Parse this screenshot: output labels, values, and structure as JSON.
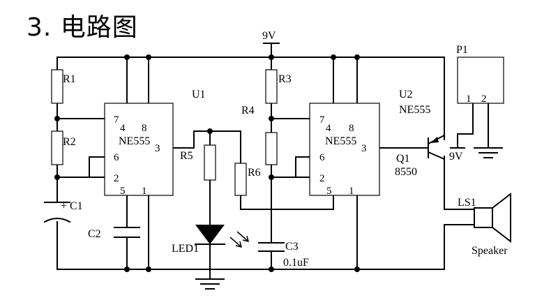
{
  "heading": "3. 电路图",
  "supply": "9V",
  "resistors": [
    {
      "ref": "R1"
    },
    {
      "ref": "R2"
    },
    {
      "ref": "R3"
    },
    {
      "ref": "R4"
    },
    {
      "ref": "R5"
    },
    {
      "ref": "R6"
    }
  ],
  "capacitors": [
    {
      "ref": "C1",
      "polarity": "+"
    },
    {
      "ref": "C2"
    },
    {
      "ref": "C3",
      "value": "0.1uF"
    }
  ],
  "ics": [
    {
      "ref": "U1",
      "part": "NE555",
      "pins": {
        "p7": "7",
        "p4": "4",
        "p8": "8",
        "p6": "6",
        "p3": "3",
        "p2": "2",
        "p5": "5",
        "p1": "1"
      }
    },
    {
      "ref": "U2",
      "part": "NE555",
      "pins": {
        "p7": "7",
        "p4": "4",
        "p8": "8",
        "p6": "6",
        "p3": "3",
        "p2": "2",
        "p5": "5",
        "p1": "1"
      }
    }
  ],
  "transistor": {
    "ref": "Q1",
    "part": "8550"
  },
  "led": {
    "ref": "LED1"
  },
  "connector": {
    "ref": "P1",
    "pin1": "1",
    "pin2": "2",
    "supply": "9V"
  },
  "speaker": {
    "ref": "LS1",
    "label": "Speaker"
  }
}
